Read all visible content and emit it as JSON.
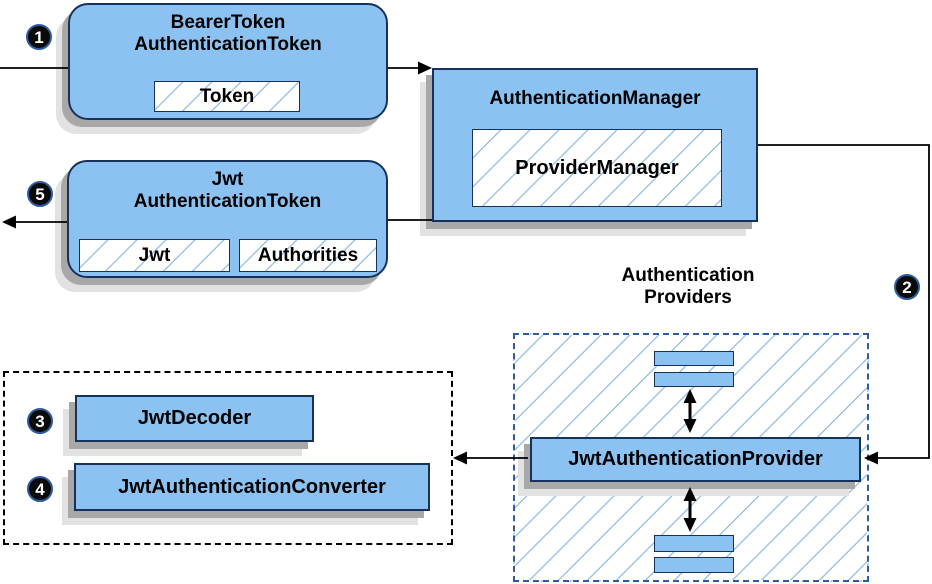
{
  "colors": {
    "box_fill": "#8CC2F2",
    "box_border": "#16325C",
    "hatch_line": "#9DC3E6",
    "dash_border": "#2E5C9E",
    "shadow_dark": "#A8A8A8",
    "shadow_light": "#E2E2E2",
    "badge_bg": "#0A0A0A",
    "badge_ring": "#2E5C9E",
    "text_color": "#000000"
  },
  "badges": {
    "step1": "1",
    "step2": "2",
    "step3": "3",
    "step4": "4",
    "step5": "5"
  },
  "bearer_box": {
    "title_line1": "BearerToken",
    "title_line2": "AuthenticationToken",
    "token_label": "Token"
  },
  "jwt_box": {
    "title_line1": "Jwt",
    "title_line2": "AuthenticationToken",
    "jwt_label": "Jwt",
    "authorities_label": "Authorities"
  },
  "manager_box": {
    "title": "AuthenticationManager",
    "inner_label": "ProviderManager"
  },
  "providers": {
    "label_line1": "Authentication",
    "label_line2": "Providers",
    "provider_label": "JwtAuthenticationProvider"
  },
  "decoder_group": {
    "decoder_label": "JwtDecoder",
    "converter_label": "JwtAuthenticationConverter"
  }
}
